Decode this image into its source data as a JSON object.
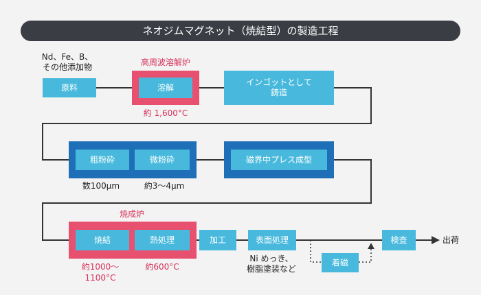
{
  "title": "ネオジムマグネット（焼結型）の製造工程",
  "colors": {
    "title_bg": "#3a3e44",
    "light_blue": "#48b9dc",
    "dark_blue": "#1e6fb8",
    "furnace_red": "#e8506f",
    "annotation_red": "#d8305a",
    "line": "#333333"
  },
  "row1": {
    "inputs_label_1": "Nd、Fe、B、",
    "inputs_label_2": "その他添加物",
    "raw_material": "原料",
    "furnace_label": "高周波溶解炉",
    "melting": "溶解",
    "melting_temp": "約 1,600°C",
    "casting_line1": "インゴットとして",
    "casting_line2": "鋳造"
  },
  "row2": {
    "coarse": "粗粉砕",
    "fine": "微粉砕",
    "coarse_size": "数100μm",
    "fine_size": "約3〜4μm",
    "press": "磁界中プレス成型"
  },
  "row3": {
    "furnace_label": "焼成炉",
    "sintering": "焼結",
    "heat_treatment": "熱処理",
    "sinter_temp_1": "約1000〜",
    "sinter_temp_2": "1100°C",
    "heat_temp": "約600°C",
    "machining": "加工",
    "surface": "表面処理",
    "coating_1": "Ni めっき、",
    "coating_2": "樹脂塗装など",
    "magnetize": "着磁",
    "inspection": "検査",
    "shipment": "出荷"
  }
}
